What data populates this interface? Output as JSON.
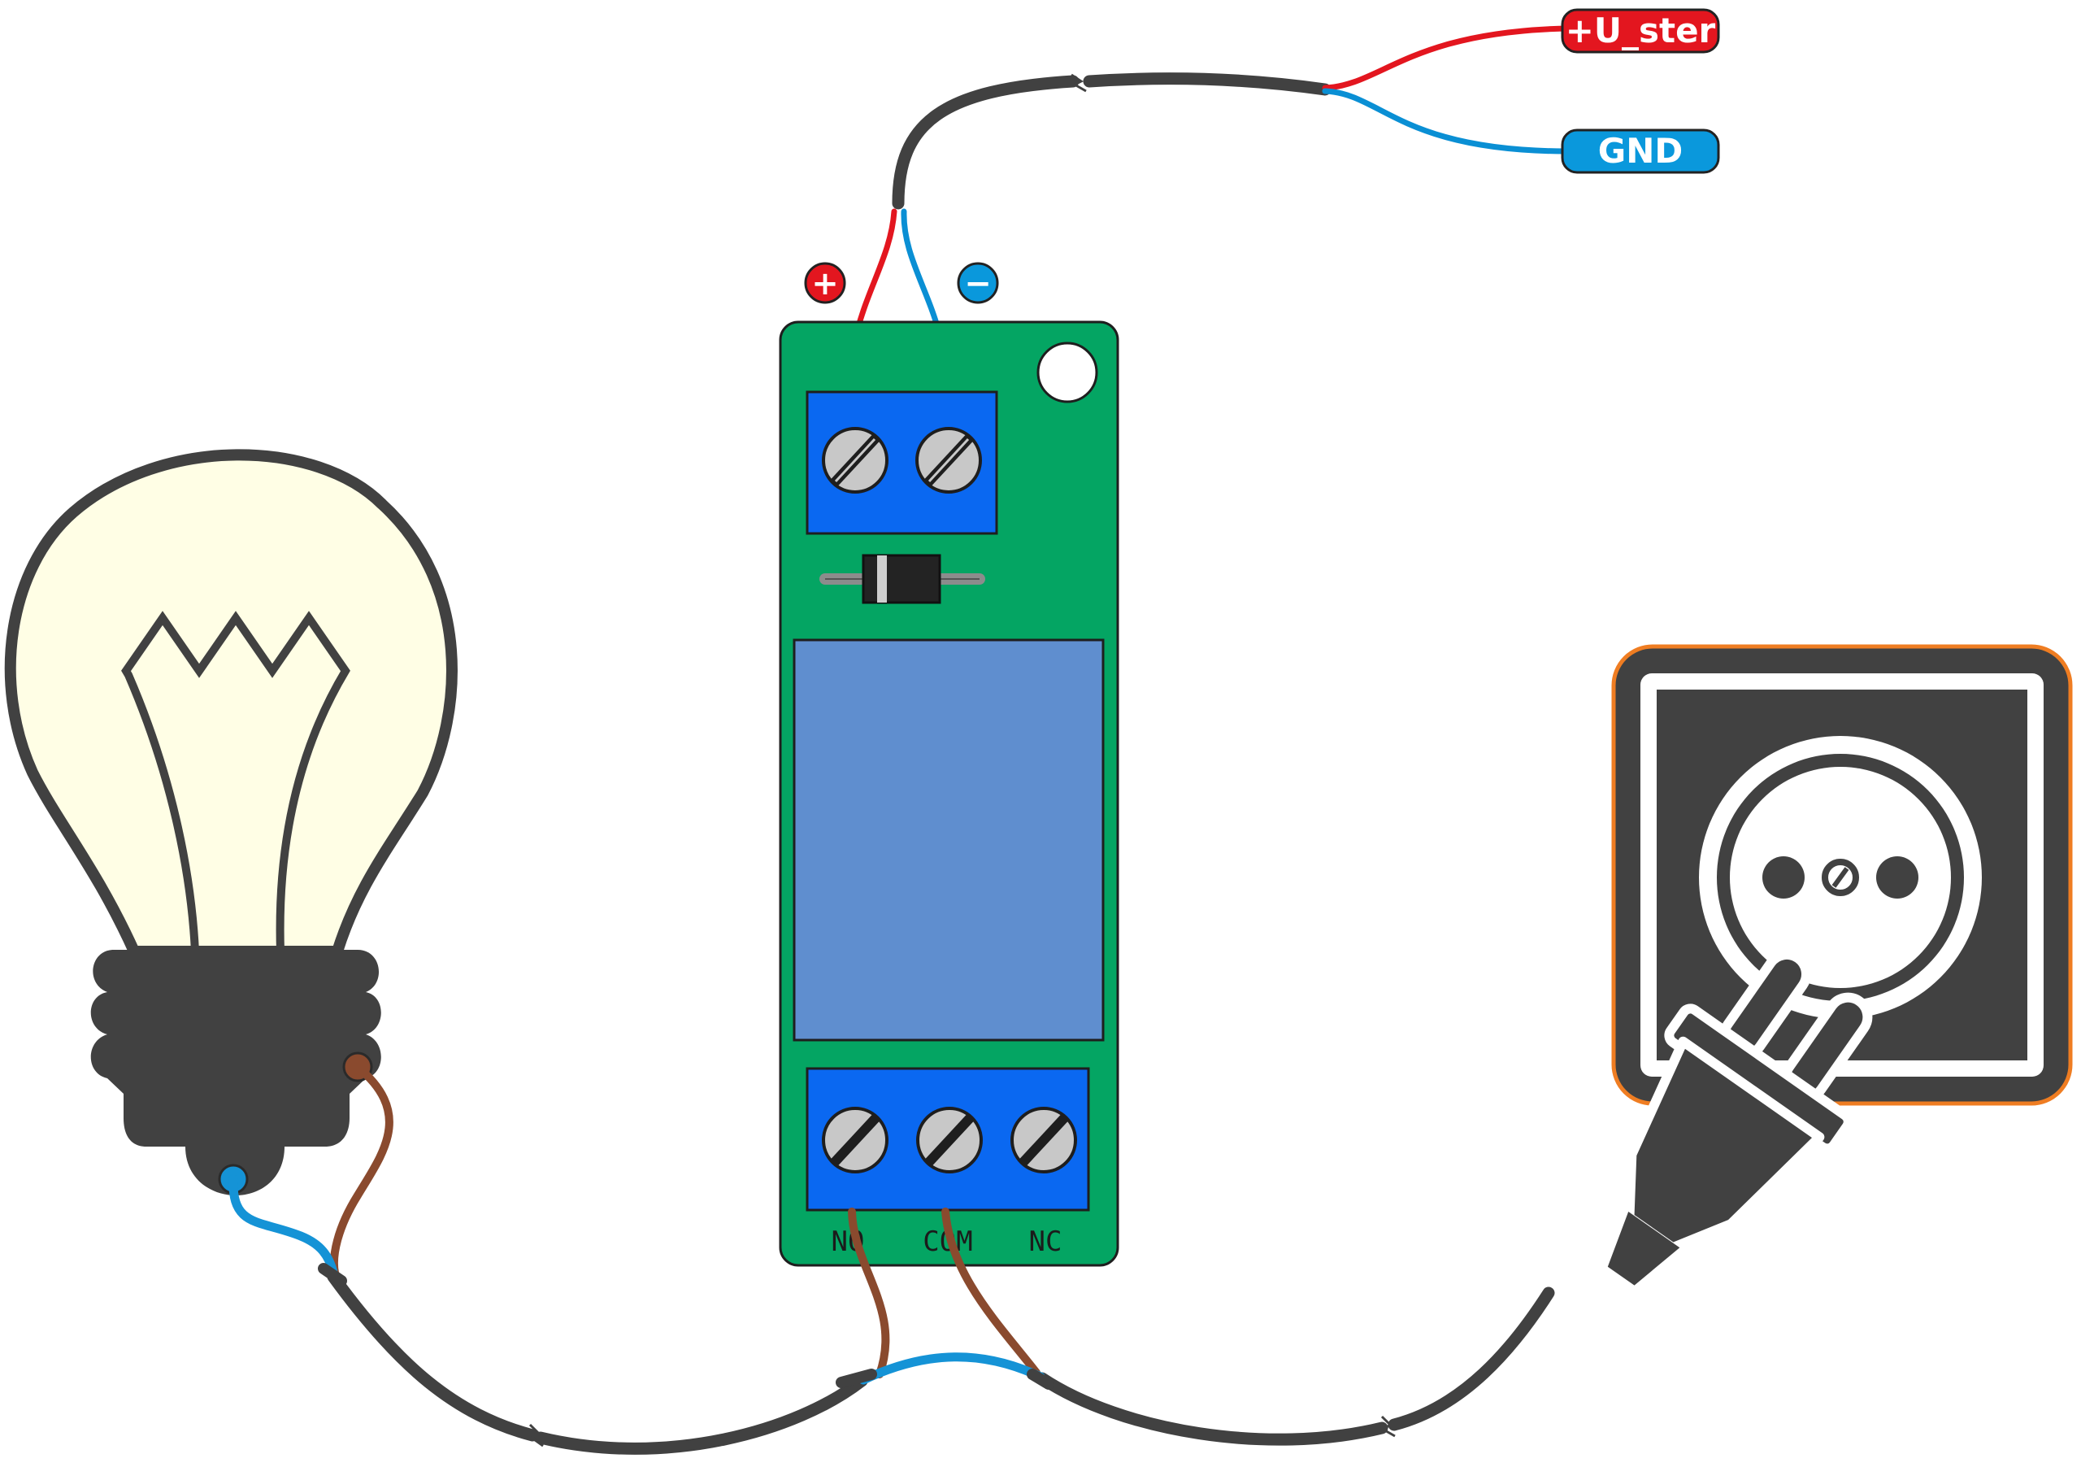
{
  "labels": {
    "control_voltage": "+U_ster",
    "ground": "GND",
    "plus_sign": "+",
    "minus_sign": "−"
  },
  "terminals": {
    "no": "NO",
    "com": "COM",
    "nc": "NC"
  },
  "colors": {
    "pcb": "#04a563",
    "terminal_block": "#0a68f1",
    "relay": "#5f8ecf",
    "cable": "#414141",
    "wire_red": "#e3161f",
    "wire_blue": "#0a8fd4",
    "wire_brown": "#8a4a2e",
    "bulb_glass": "#fffee5",
    "socket_frame": "#ef7d22"
  },
  "icons": {
    "lamp": "light-bulb-icon",
    "outlet": "wall-socket-icon",
    "plug": "power-plug-icon"
  }
}
